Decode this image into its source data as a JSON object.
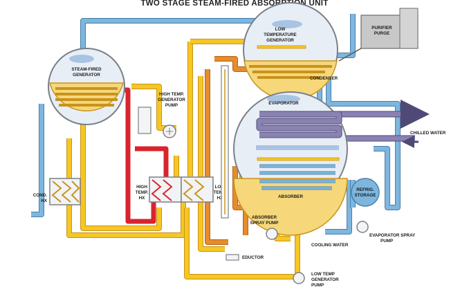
{
  "diagram": {
    "title": "TWO STAGE STEAM-FIRED ABSORPTION UNIT",
    "labels": {
      "steam_fired_generator": "STEAM-FIRED\nGENERATOR",
      "low_temp_generator": "LOW\nTEMPERATURE\nGENERATOR",
      "purifier_purge": "PURIFIER\nPURGE",
      "condenser": "CONDENSER",
      "evaporator": "EVAPORATOR",
      "chilled_water": "CHILLED WATER",
      "high_temp_generator_pump": "HIGH TEMP.\nGENERATOR\nPUMP",
      "cond_hx": "COND.\nHX",
      "high_temp_hx": "HIGH\nTEMP.\nHX",
      "low_temp_hx": "LOW\nTEMP.\nHX",
      "absorber": "ABSORBER",
      "refrig_storage": "REFRIG.\nSTORAGE",
      "absorber_spray_pump": "ABSORBER\nSPRAY PUMP",
      "cooling_water": "COOLING WATER",
      "evaporator_spray_pump": "EVAPORATOR SPRAY\nPUMP",
      "eductor": "EDUCTOR",
      "low_temp_generator_pump": "LOW TEMP\nGENERATOR\nPUMP"
    },
    "colors": {
      "strong_solution": "#f6c623",
      "dilute_solution": "#e88b2a",
      "steam": "#d9242d",
      "cooling_water": "#7db6de",
      "chilled_water": "#8a82b3",
      "vessel_fill": "#f6d77a",
      "vessel_vapor": "#e8eef6"
    }
  }
}
